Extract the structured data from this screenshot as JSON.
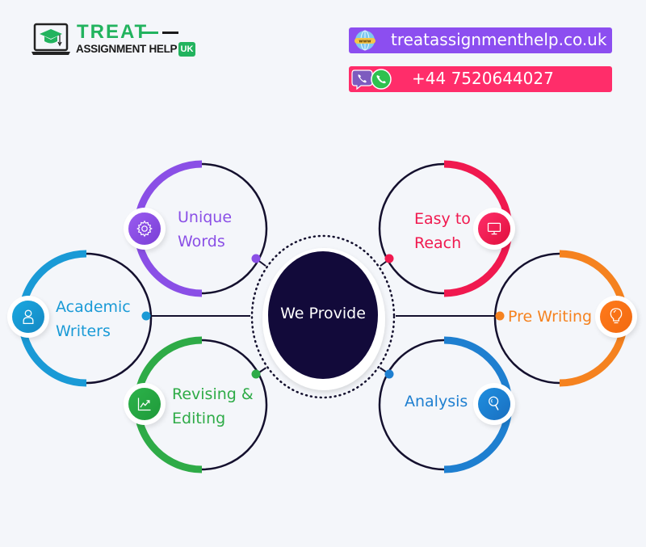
{
  "brand": {
    "name_line1": "TREAT",
    "name_line2": "ASSIGNMENT HELP",
    "badge": "UK",
    "primary_color": "#22b35e"
  },
  "contact": {
    "website": "treatassignmenthelp.co.uk",
    "website_icon": "www-globe-icon",
    "website_bar_color": "#8c4ef0",
    "phone": "+44 7520644027",
    "phone_icons": [
      "viber-icon",
      "whatsapp-icon"
    ],
    "phone_bar_color": "#ff2d6a"
  },
  "diagram": {
    "center": {
      "label": "We Provide",
      "color": "#120a3a"
    },
    "nodes": [
      {
        "id": "unique-words",
        "line1": "Unique",
        "line2": "Words",
        "icon": "gear-icon",
        "color": "#8a4fe6"
      },
      {
        "id": "easy-to-reach",
        "line1": "Easy to",
        "line2": "Reach",
        "icon": "monitor-icon",
        "color": "#f0194f"
      },
      {
        "id": "academic-writers",
        "line1": "Academic",
        "line2": "Writers",
        "icon": "user-icon",
        "color": "#1a9ad6"
      },
      {
        "id": "pre-writing",
        "line1": "Pre Writing",
        "line2": "",
        "icon": "lightbulb-icon",
        "color": "#f5821f"
      },
      {
        "id": "revising-editing",
        "line1": "Revising &",
        "line2": "Editing",
        "icon": "chart-trend-icon",
        "color": "#2eab47"
      },
      {
        "id": "analysis",
        "line1": "Analysis",
        "line2": "",
        "icon": "search-icon",
        "color": "#1e7fd0"
      }
    ]
  }
}
